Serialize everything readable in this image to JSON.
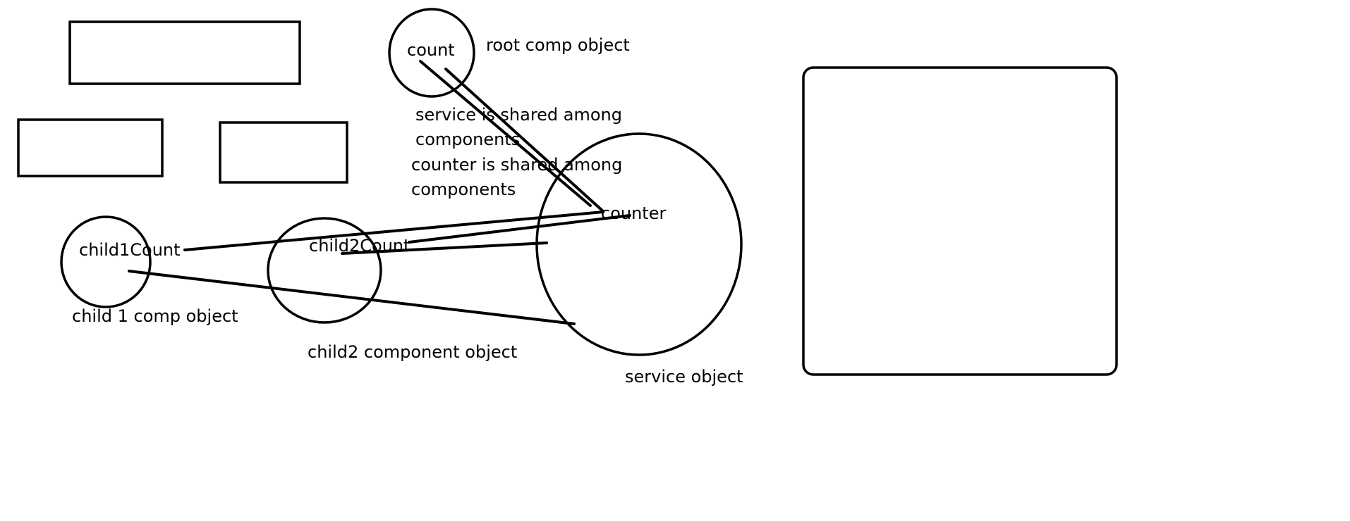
{
  "colors": {
    "background": "#ffffff",
    "ink": "#000000"
  },
  "labels": {
    "root_count": "count",
    "root_caption": "root comp object",
    "service_note_line1": "service is shared among",
    "service_note_line2": "components",
    "counter_note_line1": "counter is shared among",
    "counter_note_line2": "components",
    "service_counter": "counter",
    "child1_count": "child1Count",
    "child1_caption": "child 1 comp object",
    "child2_count": "child2Count",
    "child2_caption": "child2 component object",
    "service_caption": "service object"
  }
}
